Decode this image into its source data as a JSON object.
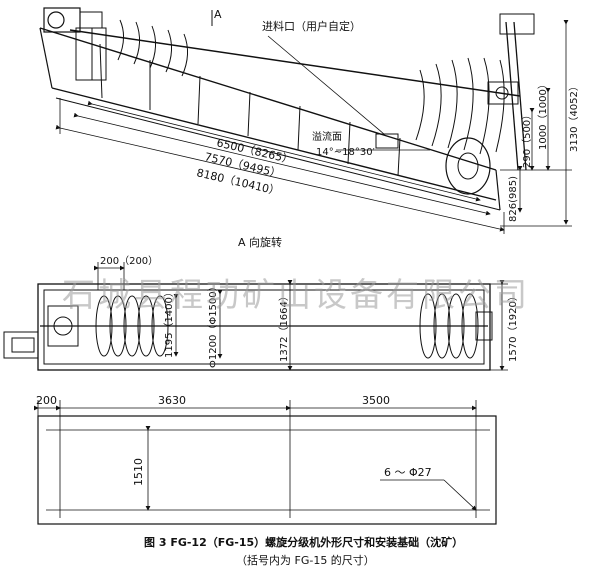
{
  "view_top": {
    "section_mark": "A",
    "feed_inlet_label": "进料口（用户自定）",
    "overflow_label": "溢流面",
    "angle_label": "14°~18°30′",
    "len_6500": "6500（8265）",
    "len_7570": "7570（9495）",
    "len_8180": "8180（10410）",
    "dim_1000": "1000（1000）",
    "dim_290": "290（500）",
    "dim_3130": "3130（4052）",
    "dim_826": "826(985)",
    "rotation_label": "A 向旋转"
  },
  "view_plan": {
    "dim_200": "200（200）",
    "dim_1195": "1195（1400）",
    "dim_phi1200": "Φ1200（Φ1500）",
    "dim_1372": "1372（1664）",
    "dim_1570": "1570（1920）"
  },
  "view_foundation": {
    "dim_200": "200",
    "dim_3630": "3630",
    "dim_3500": "3500",
    "dim_1510": "1510",
    "holes_label": "6 ～ Φ27"
  },
  "watermark": "石城县程功矿山设备有限公司",
  "caption": {
    "title": "图 3  FG-12（FG-15）螺旋分级机外形尺寸和安装基础（沈矿）",
    "note": "（括号内为 FG-15 的尺寸）"
  }
}
